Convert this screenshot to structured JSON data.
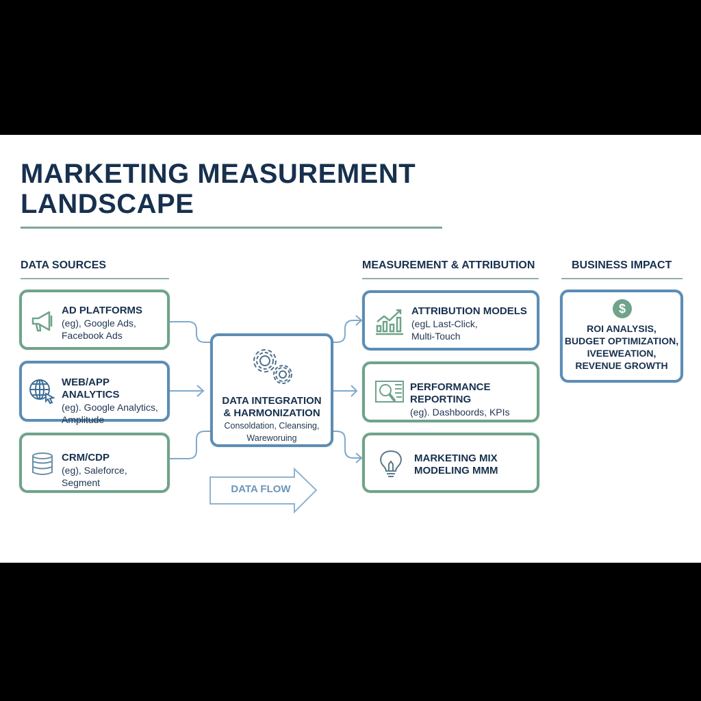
{
  "title": {
    "line1": "MARKETING MEASUREMENT",
    "line2": "LANDSCAPE"
  },
  "sections": {
    "sources": "DATA SOURCES",
    "measurement": "MEASUREMENT & ATTRIBUTION",
    "impact": "BUSINESS IMPACT"
  },
  "sources": [
    {
      "title": "AD PLATFORMS",
      "line1": "(eg), Google Ads,",
      "line2": "Facebook Ads",
      "icon": "megaphone-icon"
    },
    {
      "title": "WEB/APP ANALYTICS",
      "line1": "(eg). Google Analytics,",
      "line2": "Amplitude",
      "icon": "globe-cursor-icon"
    },
    {
      "title": "CRM/CDP",
      "line1": "(eg), Saleforce, Segment",
      "icon": "database-icon"
    }
  ],
  "integration": {
    "title1": "DATA INTEGRATION",
    "title2": "& HARMONIZATION",
    "line1": "Consoldation, Cleansing,",
    "line2": "Wareworuing",
    "icon": "gears-icon"
  },
  "measurement": [
    {
      "title": "ATTRIBUTION MODELS",
      "line1": "(egL Last-Click,",
      "line2": "Multi-Touch",
      "icon": "bar-chart-icon"
    },
    {
      "title": "PERFORMANCE REPORTING",
      "line1": "(eg). Dashboords, KPIs",
      "icon": "report-magnifier-icon"
    },
    {
      "title1": "MARKETING MIX",
      "title2": "MODELING MMM",
      "icon": "lightbulb-icon"
    }
  ],
  "impact": {
    "lines": [
      "ROI ANALYSIS,",
      "BUDGET OPTIMIZATION,",
      "IVEEWEATION,",
      "REVENUE GROWTH"
    ],
    "icon": "dollar-icon"
  },
  "flow_label": "DATA FLOW",
  "colors": {
    "navy": "#17304e",
    "green": "#6fa38a",
    "blue": "#5b8db5",
    "connector": "#7fa9cc"
  }
}
